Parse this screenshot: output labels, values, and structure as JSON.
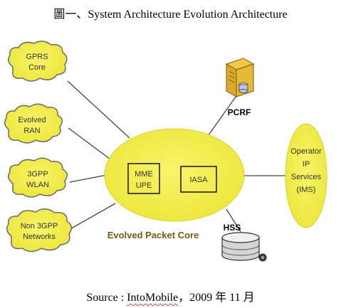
{
  "title": "圖一、System Architecture Evolution Architecture",
  "source": {
    "prefix": "Source : ",
    "brand": "IntoMobile",
    "suffix": "，2009 年 11 月"
  },
  "colors": {
    "ellipse_fill": "#f2ef4a",
    "cloud_stroke": "#6b6b6b",
    "line": "#444444",
    "core_text": "#7a5a10"
  },
  "clouds": [
    {
      "line1": "GPRS",
      "line2": "Core"
    },
    {
      "line1": "Evolved",
      "line2": "RAN"
    },
    {
      "line1": "3GPP",
      "line2": "WLAN"
    },
    {
      "line1": "Non 3GPP",
      "line2": "Networks"
    }
  ],
  "core": {
    "label": "Evolved Packet Core",
    "mme_line1": "MME",
    "mme_line2": "UPE",
    "iasa": "IASA"
  },
  "pcrf": {
    "label": "PCRF",
    "icon": "server-icon"
  },
  "hss": {
    "label": "HSS",
    "icon": "database-icon"
  },
  "ims": {
    "line1": "Operator",
    "line2": "IP",
    "line3": "Services",
    "line4": "(IMS)"
  }
}
